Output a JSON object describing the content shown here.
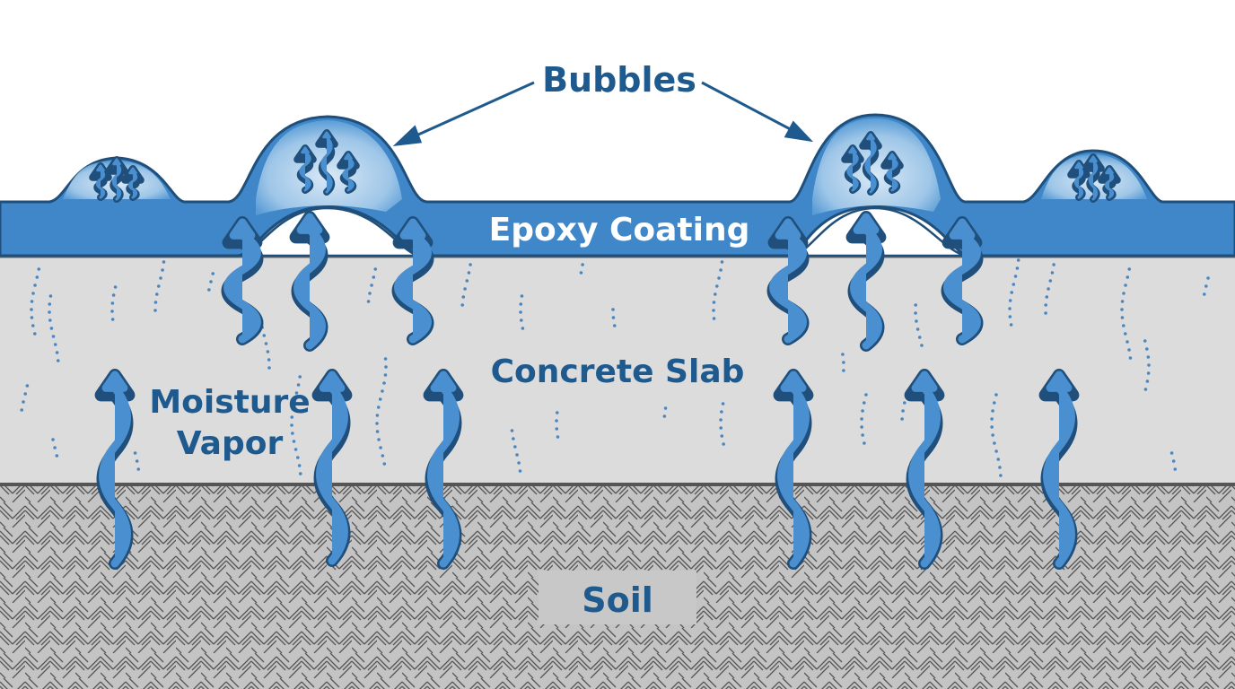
{
  "labels": {
    "bubbles": "Bubbles",
    "epoxy": "Epoxy Coating",
    "concrete": "Concrete Slab",
    "moisture_line1": "Moisture",
    "moisture_line2": "Vapor",
    "soil": "Soil"
  },
  "colors": {
    "text_blue": "#1f5a8e",
    "epoxy_blue": "#3f87c8",
    "arrow_blue": "#4a8fd0",
    "outline": "#1f4f7a",
    "concrete": "#dcdcdc",
    "soil": "#bdbdbd"
  }
}
